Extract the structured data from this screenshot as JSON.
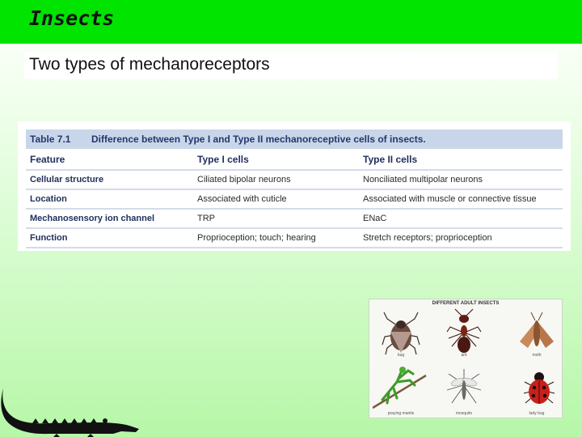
{
  "slide": {
    "title": "Insects",
    "subtitle": "Two types of mechanoreceptors"
  },
  "table": {
    "number": "Table 7.1",
    "caption": "Difference between Type I and Type II mechanoreceptive cells of insects.",
    "headers": [
      "Feature",
      "Type I cells",
      "Type II cells"
    ],
    "rows": [
      [
        "Cellular structure",
        "Ciliated bipolar neurons",
        "Nonciliated multipolar neurons"
      ],
      [
        "Location",
        "Associated with cuticle",
        "Associated with muscle or connective tissue"
      ],
      [
        "Mechanosensory ion channel",
        "TRP",
        "ENaC"
      ],
      [
        "Function",
        "Proprioception; touch; hearing",
        "Stretch receptors; proprioception"
      ]
    ]
  },
  "insect_figure": {
    "heading": "DIFFERENT ADULT INSECTS",
    "labels": [
      "bug",
      "ant",
      "moth",
      "praying mantis",
      "mosquito",
      "lady bug"
    ]
  },
  "colors": {
    "title_bar": "#00e400",
    "table_header": "#c9d6ea",
    "table_text": "#1e2f5c"
  }
}
